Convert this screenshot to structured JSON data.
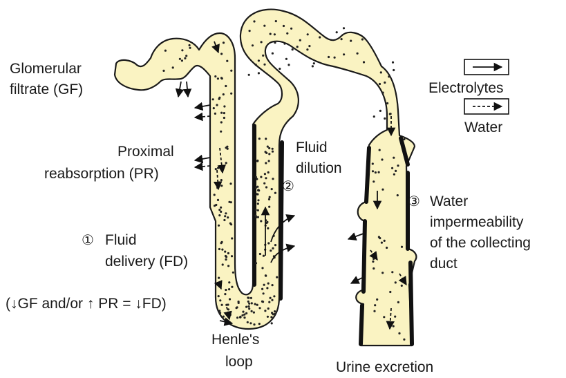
{
  "labels": {
    "glomerular_filtrate_line1": "Glomerular",
    "glomerular_filtrate_line2": "filtrate (GF)",
    "proximal_line1": "Proximal",
    "proximal_line2": "reabsorption (PR)",
    "fluid_delivery_number": "①",
    "fluid_delivery_line1": "Fluid",
    "fluid_delivery_line2": "delivery (FD)",
    "equation": "(↓GF and/or ↑ PR = ↓FD)",
    "henle_line1": "Henle's",
    "henle_line2": "loop",
    "fluid_dilution_line1": "Fluid",
    "fluid_dilution_line2": "dilution",
    "fluid_dilution_number": "②",
    "water_imperm_number": "③",
    "water_imperm_line1": "Water",
    "water_imperm_line2": "impermeability",
    "water_imperm_line3": "of the collecting",
    "water_imperm_line4": "duct",
    "urine_excretion": "Urine excretion"
  },
  "legend": {
    "electrolytes": "Electrolytes",
    "water": "Water"
  },
  "colors": {
    "tube_fill": "#faf3c2",
    "outline": "#1a1a1a"
  }
}
